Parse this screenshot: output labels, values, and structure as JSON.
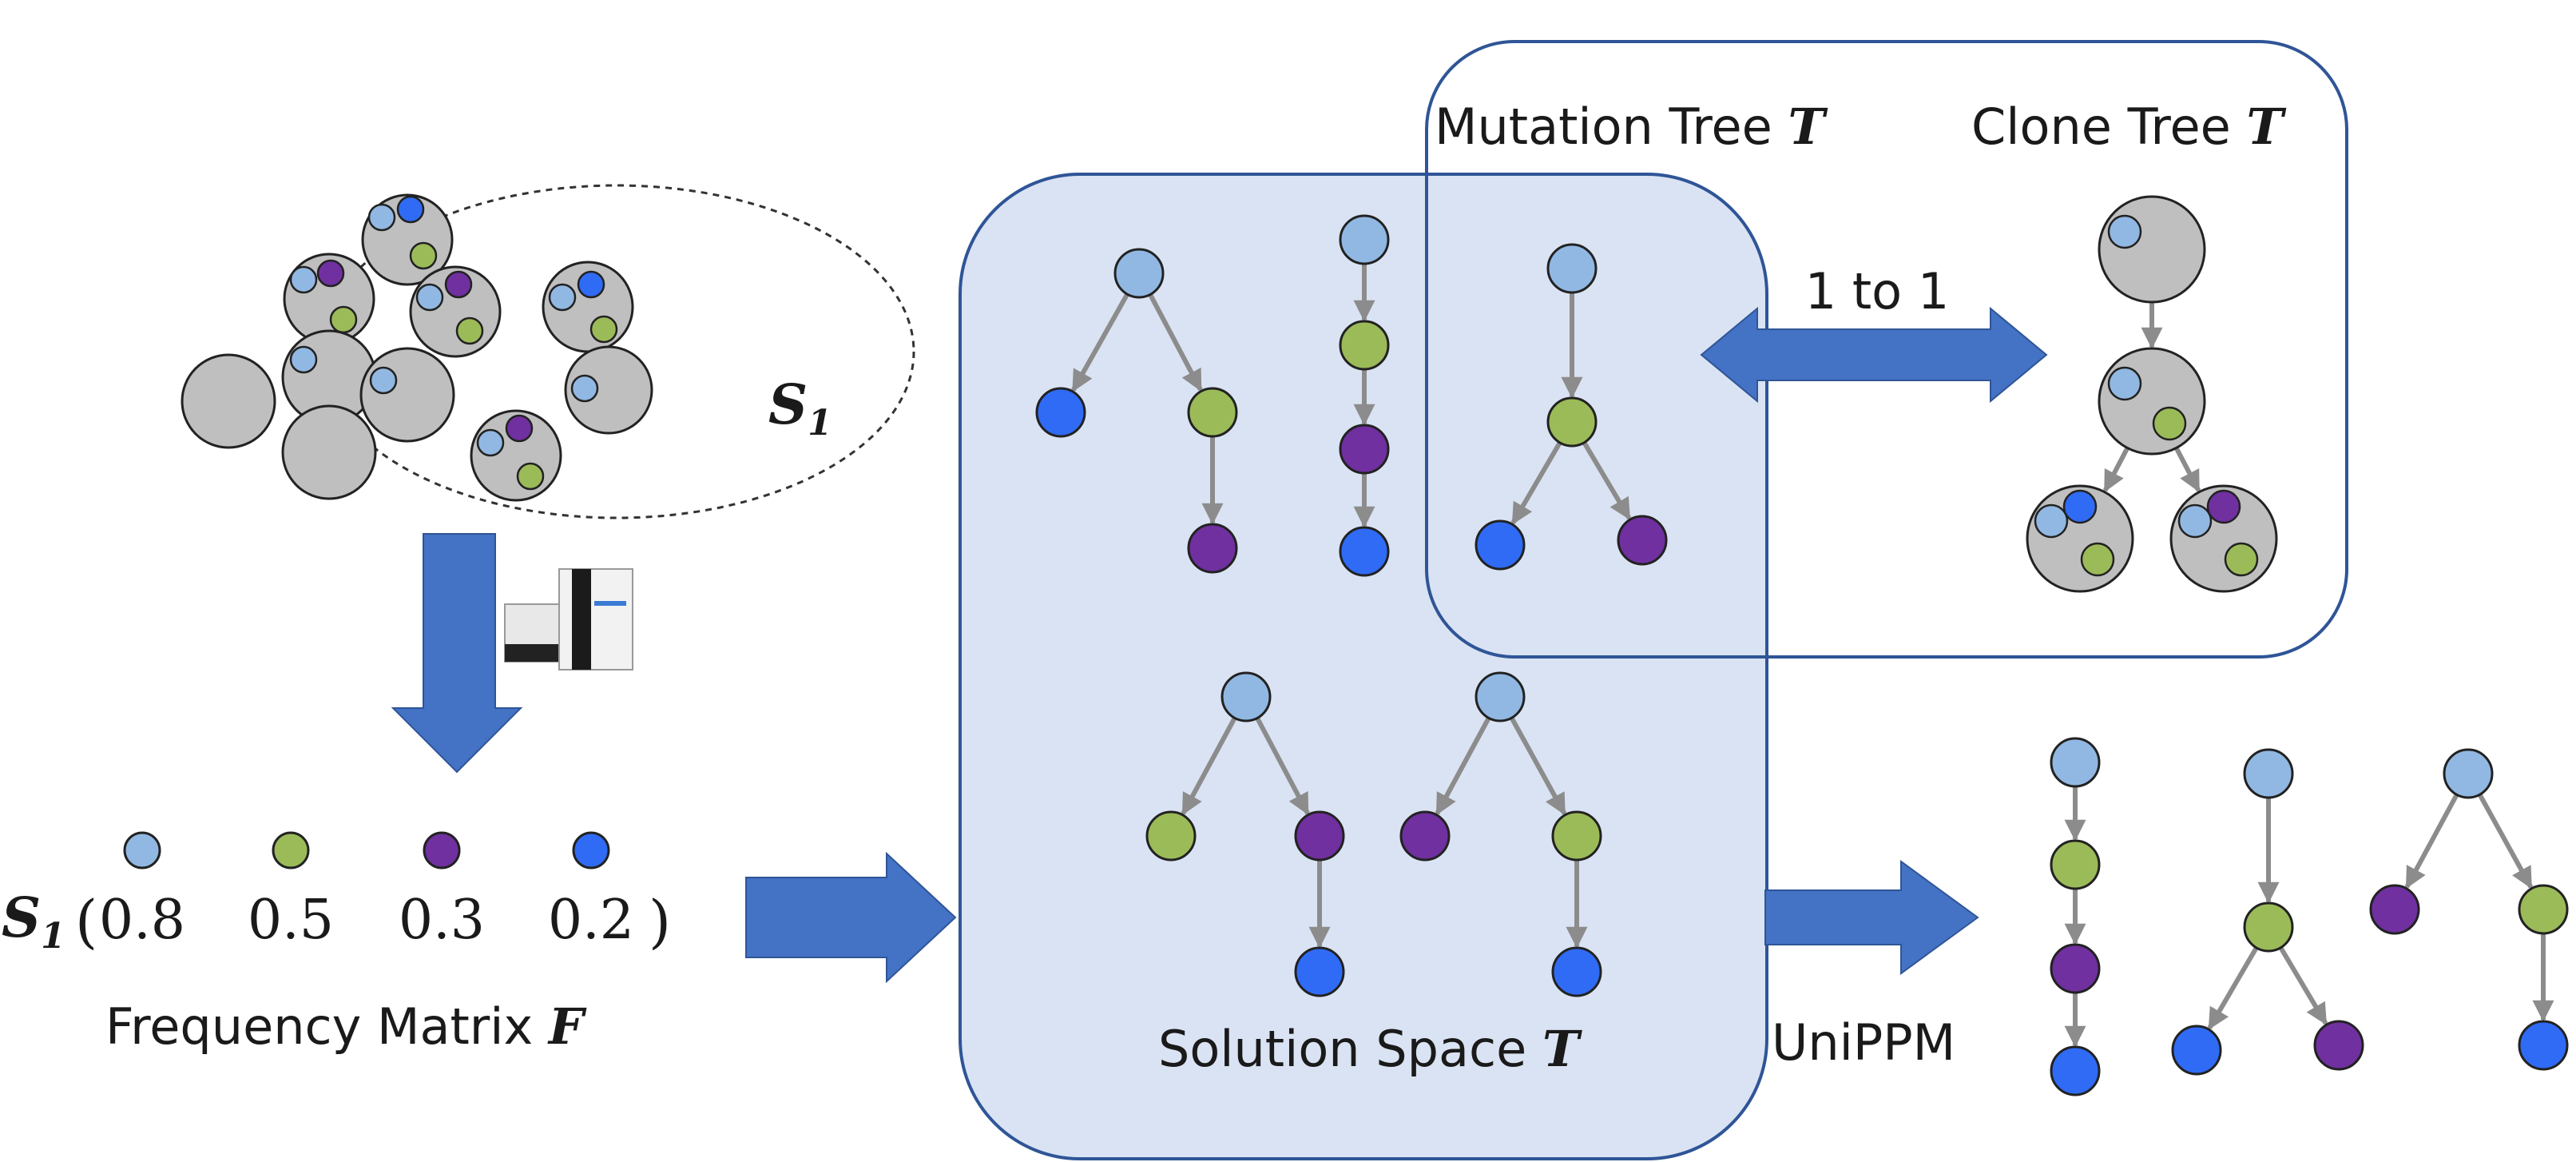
{
  "colors": {
    "mut_light_blue": "#91b8e2",
    "mut_green": "#9bbb59",
    "mut_purple": "#7030a0",
    "mut_blue": "#2f6bf5",
    "cell_gray": "#bfbfbf",
    "arrow_blue": "#4472c4",
    "solution_fill": "#dae3f3",
    "box_stroke": "#2f5597",
    "edge_gray": "#8c8c8c"
  },
  "sample": {
    "label": "S",
    "subscript": "1"
  },
  "sequencer_icon": "sequencer-machine-icon",
  "frequency": {
    "row_label": "S",
    "row_subscript": "1",
    "open_paren": "(",
    "close_paren": ")",
    "values": [
      "0.8",
      "0.5",
      "0.3",
      "0.2"
    ],
    "caption": "Frequency Matrix ",
    "caption_symbol": "F"
  },
  "solution_space": {
    "caption": "Solution Space ",
    "symbol": "T"
  },
  "mutation_tree": {
    "title": "Mutation Tree ",
    "symbol": "T"
  },
  "clone_tree": {
    "title": "Clone Tree ",
    "symbol": "T"
  },
  "correspondence_label": "1 to 1",
  "method_label": "UniPPM"
}
